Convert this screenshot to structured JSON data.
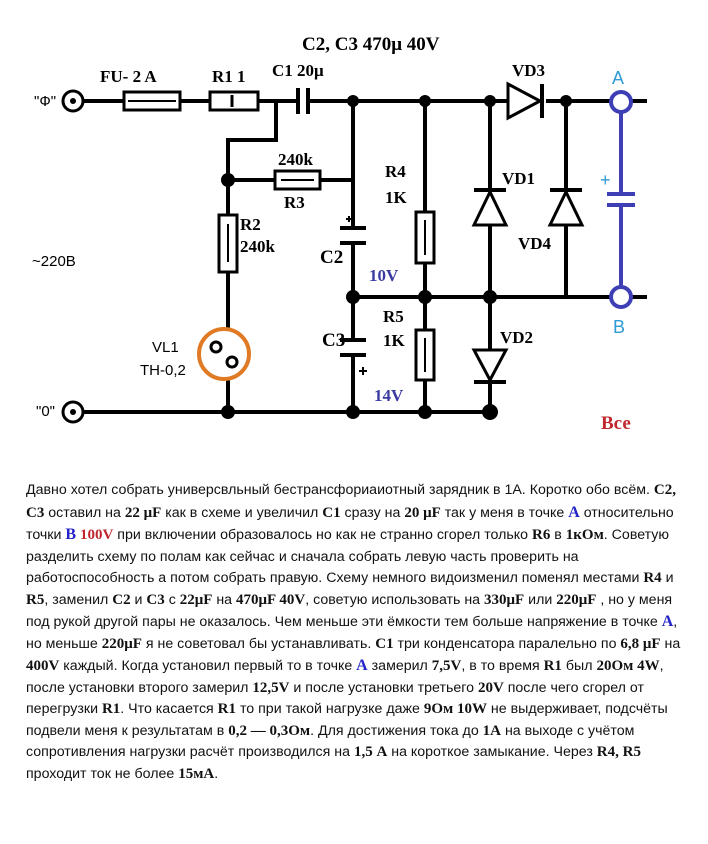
{
  "diagram": {
    "labels": {
      "c2c3": "C2, C3 470μ 40V",
      "fu": "FU-  2  A",
      "r1": "R1  1",
      "c1": "C1  20μ",
      "vd3": "VD3",
      "terminal_a": "A",
      "terminal_b": "B",
      "plus_sign": "+",
      "phase": "\"Ф\"",
      "zero": "\"0\"",
      "mains": "~220В",
      "r3_value": "240k",
      "r3": "R3",
      "r2": "R2",
      "r2_value": "240k",
      "r4": "R4",
      "r4_value": "1K",
      "vd1": "VD1",
      "vd4": "VD4",
      "c2": "C2",
      "v10": "10V",
      "r5": "R5",
      "r5_value": "1K",
      "c3": "C3",
      "vd2": "VD2",
      "v14": "14V",
      "vl1": "VL1",
      "vl1_type": "TH-0,2",
      "all": "Все"
    },
    "colors": {
      "wire": "#000000",
      "terminal": "#3f3fb5",
      "terminal_label": "#2f9bd6",
      "voltage": "#3a3aa0",
      "lamp_ring": "#e07a24",
      "accent_red": "#c0282d"
    }
  },
  "description": {
    "p1": "Давно хотел собрать универсвльный бестрансфориаиотный зарядник в 1А. Коротко обо всём.",
    "p2": "C2, C3",
    "p3": " оставил на ",
    "p4": "22 μF",
    "p5": " как в схеме и увеличил ",
    "p6": "C1",
    "p7": " сразу на ",
    "p8": "20 μF",
    "p9": " так у меня в точке ",
    "p10": "A",
    "p11": " относительно точки ",
    "p12": "B",
    "p13": "100V",
    "p14": "  при включении образовалось но как не странно сгорел только ",
    "p15": "R6",
    "p16": " в ",
    "p17": "1кОм",
    "p18": ". Советую разделить схему по полам как сейчас и сначала собрать левую часть проверить на работоспособность а потом собрать правую. Схему немного видоизменил поменял местами ",
    "p19": "R4",
    "p20": " и ",
    "p21": "R5",
    "p22": ", заменил ",
    "p23": "C2",
    "p24": " и ",
    "p25": "C3",
    "p26": " с ",
    "p27": "22μF",
    "p28": " на ",
    "p29": "470μF 40V",
    "p30": ", советую использовать на ",
    "p31": "330μF",
    "p32": " или ",
    "p33": "220μF",
    "p34": " , но у меня под рукой другой пары не оказалось. Чем меньше эти ёмкости тем больше напряжение в точке ",
    "p35": "A",
    "p36": ", но меньше ",
    "p37": "220μF",
    "p38": " я не советовал бы устанавливать. ",
    "p39": "C1",
    "p40": " три конденсатора паралельно по ",
    "p41": "6,8 μF",
    "p42": " на ",
    "p43": "400V",
    "p44": " каждый. Когда установил первый то в точке ",
    "p45": "A",
    "p46": " замерил ",
    "p47": "7,5V",
    "p48": ", в то время ",
    "p49": "R1",
    "p50": " был ",
    "p51": "20Ом 4W",
    "p52": ", после установки второго замерил ",
    "p53": "12,5V",
    "p54": " и после установки третьего ",
    "p55": "20V",
    "p56": " после чего сгорел от перегрузки ",
    "p57": "R1",
    "p58": ". Что касается ",
    "p59": "R1",
    "p60": " то при такой нагрузке даже ",
    "p61": "9Ом 10W",
    "p62": " не выдерживает, подсчёты подвели меня к результатам в ",
    "p63": "0,2 — 0,3Ом",
    "p64": ". Для достижения тока до ",
    "p65": "1А",
    "p66": " на выходе с учётом сопротивления нагрузки расчёт производился на ",
    "p67": "1,5 А",
    "p68": " на короткое замыкание.  Через ",
    "p69": "R4, R5",
    "p70": " проходит ток не более ",
    "p71": "15мА",
    "p72": "."
  }
}
